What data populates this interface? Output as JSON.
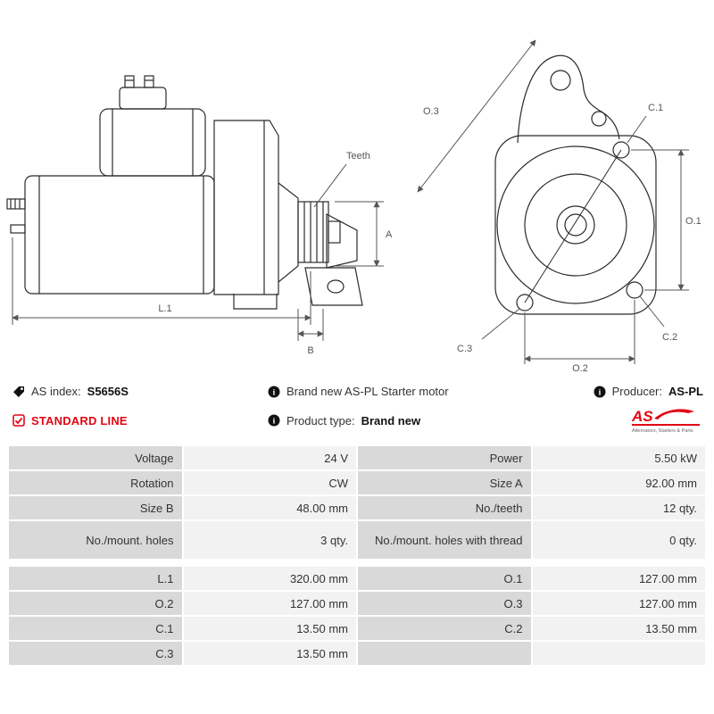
{
  "colors": {
    "accent_red": "#e30613",
    "table_label_bg": "#d9d9d9",
    "table_value_bg": "#f2f2f2",
    "drawing_line": "#2b2b2b",
    "dimension_line": "#555555"
  },
  "header": {
    "as_index_label": "AS index:",
    "as_index_value": "S5656S",
    "standard_line_label": "STANDARD LINE",
    "description": "Brand new AS-PL Starter motor",
    "product_type_label": "Product type:",
    "product_type_value": "Brand new",
    "producer_label": "Producer:",
    "producer_value": "AS-PL",
    "logo_text": "AS",
    "logo_tagline": "Alternators, Starters & Parts"
  },
  "diagram_labels": {
    "teeth": "Teeth",
    "a": "A",
    "b": "B",
    "l1": "L.1",
    "o1": "O.1",
    "o2": "O.2",
    "o3": "O.3",
    "c1": "C.1",
    "c2": "C.2",
    "c3": "C.3"
  },
  "spec_table": {
    "rows": [
      {
        "label_left": "Voltage",
        "value_left": "24 V",
        "label_right": "Power",
        "value_right": "5.50 kW"
      },
      {
        "label_left": "Rotation",
        "value_left": "CW",
        "label_right": "Size A",
        "value_right": "92.00 mm"
      },
      {
        "label_left": "Size B",
        "value_left": "48.00 mm",
        "label_right": "No./teeth",
        "value_right": "12 qty."
      },
      {
        "label_left": "No./mount. holes",
        "value_left": "3 qty.",
        "label_right": "No./mount. holes with thread",
        "value_right": "0 qty."
      },
      {
        "label_left": "L.1",
        "value_left": "320.00 mm",
        "label_right": "O.1",
        "value_right": "127.00 mm"
      },
      {
        "label_left": "O.2",
        "value_left": "127.00 mm",
        "label_right": "O.3",
        "value_right": "127.00 mm"
      },
      {
        "label_left": "C.1",
        "value_left": "13.50 mm",
        "label_right": "C.2",
        "value_right": "13.50 mm"
      },
      {
        "label_left": "C.3",
        "value_left": "13.50 mm",
        "label_right": "",
        "value_right": ""
      }
    ]
  }
}
